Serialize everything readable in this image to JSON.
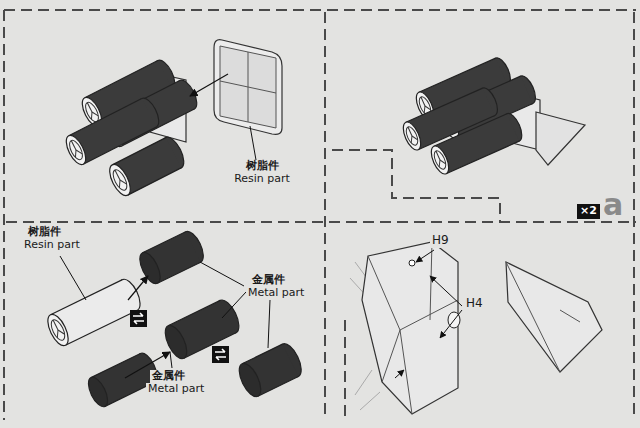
{
  "diagram": {
    "labels": [
      "树脂件",
      "Resin part",
      "树脂件",
      "Resin part",
      "金属件",
      "Metal part",
      "金属件",
      "Metal part",
      "×2",
      "a",
      "H9",
      "H4"
    ]
  }
}
